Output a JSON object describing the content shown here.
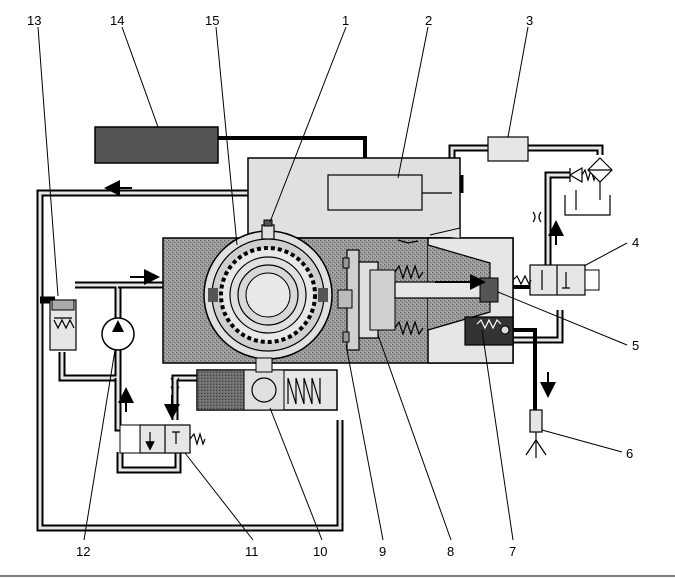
{
  "callouts": [
    {
      "id": "1",
      "text": "1"
    },
    {
      "id": "2",
      "text": "2"
    },
    {
      "id": "3",
      "text": "3"
    },
    {
      "id": "4",
      "text": "4"
    },
    {
      "id": "5",
      "text": "5"
    },
    {
      "id": "6",
      "text": "6"
    },
    {
      "id": "7",
      "text": "7"
    },
    {
      "id": "8",
      "text": "8"
    },
    {
      "id": "9",
      "text": "9"
    },
    {
      "id": "10",
      "text": "10"
    },
    {
      "id": "11",
      "text": "11"
    },
    {
      "id": "12",
      "text": "12"
    },
    {
      "id": "13",
      "text": "13"
    },
    {
      "id": "14",
      "text": "14"
    },
    {
      "id": "15",
      "text": "15"
    }
  ],
  "colors": {
    "housing_fill": "#8c8c8c",
    "light_fill": "#e6e6e6",
    "dark_fill": "#5a5a5a",
    "black": "#000000"
  }
}
